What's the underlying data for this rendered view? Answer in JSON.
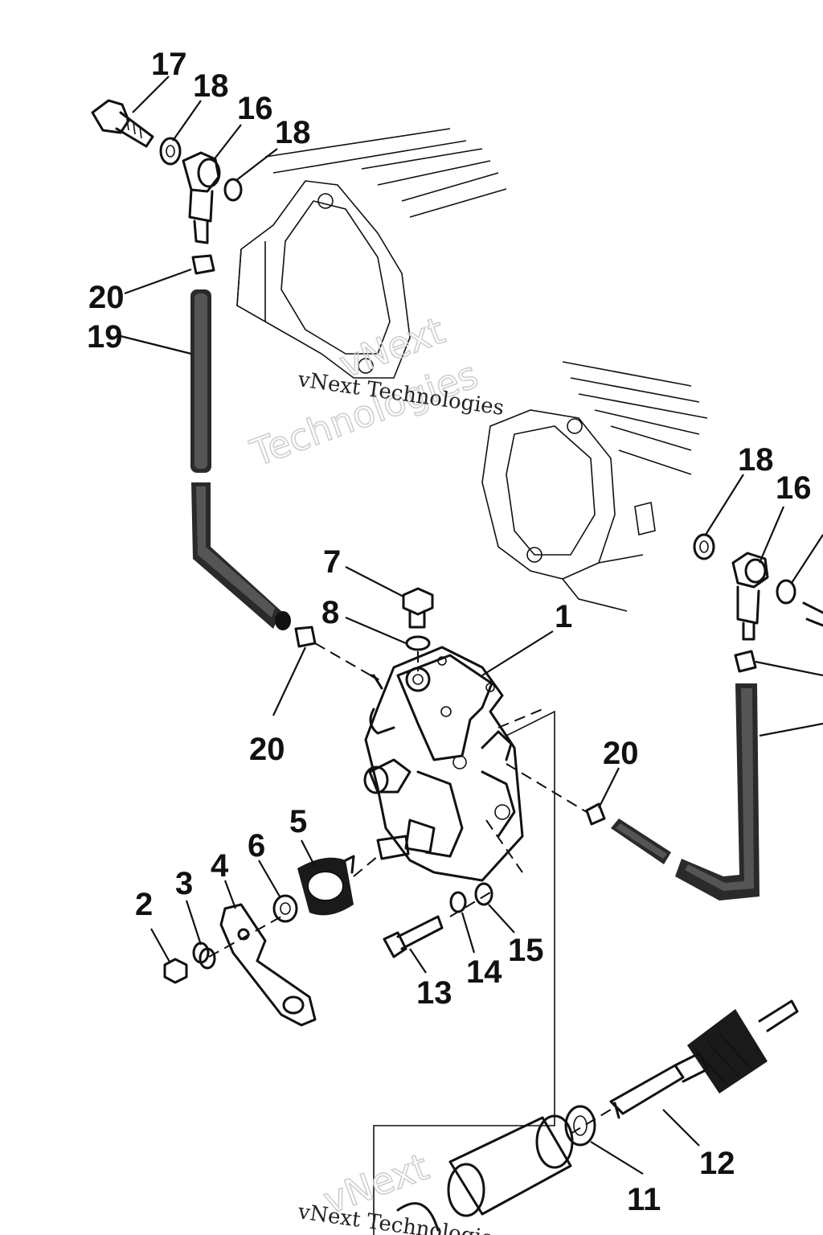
{
  "callouts": {
    "c1": "1",
    "c2": "2",
    "c3": "3",
    "c4": "4",
    "c5": "5",
    "c6": "6",
    "c7": "7",
    "c8": "8",
    "c11": "11",
    "c12": "12",
    "c13": "13",
    "c14": "14",
    "c15": "15",
    "c16a": "16",
    "c16b": "16",
    "c17": "17",
    "c18a": "18",
    "c18b": "18",
    "c18c": "18",
    "c19": "19",
    "c20a": "20",
    "c20b": "20",
    "c20c": "20"
  },
  "watermark": {
    "logo_top": "vNext",
    "logo_bottom": "Technologies",
    "caption": "vNext Technologies"
  }
}
